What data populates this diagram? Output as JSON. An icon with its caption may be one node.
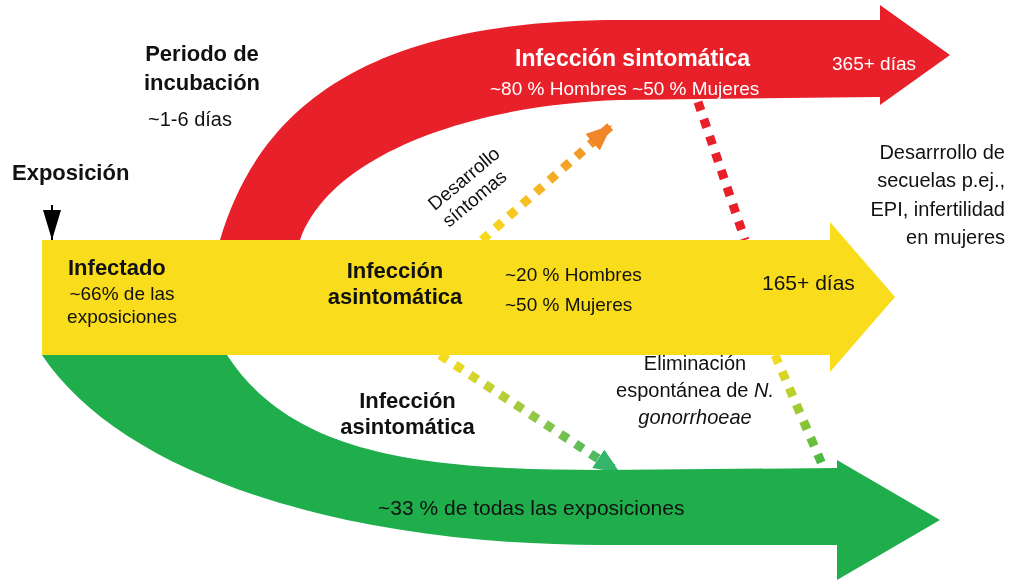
{
  "diagram": {
    "nodes": [
      {
        "text": [
          "Exposición"
        ]
      },
      {
        "text": [
          "Infectado",
          "~66% de las exposiciones",
          "Infección asintomática",
          "~20 % Hombres ~50 % Mujeres",
          "165+ días"
        ]
      },
      {
        "text": [
          "Infección sintomática",
          "~80 % Hombres ~50 % Mujeres",
          "365+ días"
        ]
      },
      {
        "text": [
          "~33 % de todas las exposiciones"
        ],
        "beside": [
          "Infección asintomática"
        ]
      }
    ],
    "edges": [
      {
        "from": 0,
        "to": 1,
        "arrow": "to",
        "color": "#000000"
      },
      {
        "from": 1,
        "to": 2,
        "arrow": "to",
        "label": "Desarrollo síntomas",
        "style": "dashed",
        "color": "#f0852a"
      },
      {
        "from": 2,
        "to": 1,
        "arrow": "none",
        "style": "dashed",
        "color": "#e8202a"
      },
      {
        "from": 1,
        "to": 3,
        "arrow": "to",
        "style": "dashed",
        "color": "#34b56a"
      },
      {
        "from": 1,
        "to": 3,
        "arrow": "none",
        "style": "dashed",
        "color": "#2fb24a"
      }
    ],
    "labels": [
      "Periodo de incubación",
      "~1-6 días",
      "Desarrrollo de secuelas p.ej., EPI, infertilidad en mujeres",
      "Eliminación espontánea de *N. gonorrhoeae*"
    ]
  }
}
